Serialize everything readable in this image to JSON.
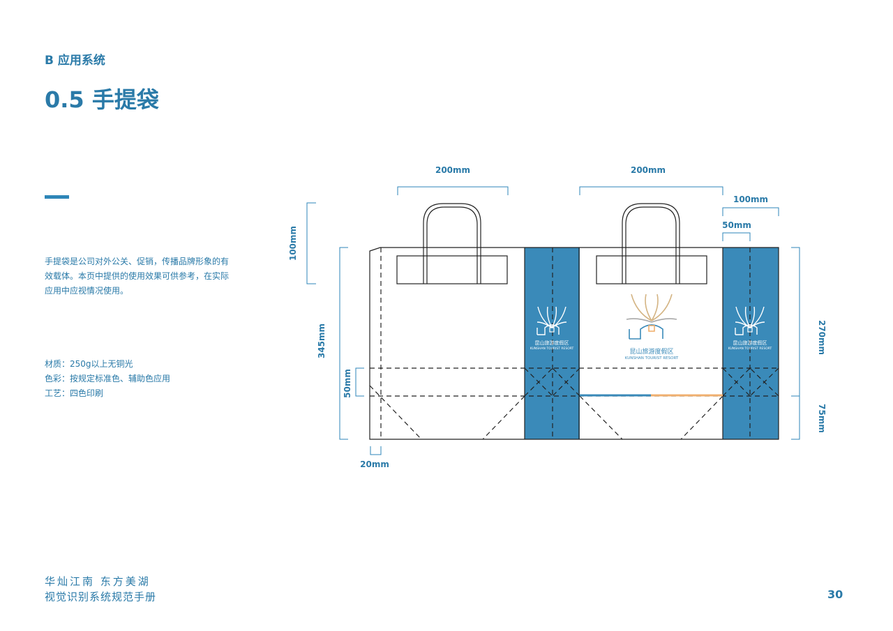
{
  "header": {
    "section": "B  应用系统",
    "title": "0.5 手提袋"
  },
  "description": "手提袋是公司对外公关、促销，传播品牌形象的有效载体。本页中提供的使用效果可供参考，在实际应用中应视情况使用。",
  "specs": {
    "material": "材质：250g以上无铜光",
    "color": "色彩：按规定标准色、辅助色应用",
    "process": "工艺：四色印刷"
  },
  "dimensions": {
    "front_width": "200mm",
    "back_width": "200mm",
    "side_width": "100mm",
    "half_side": "50mm",
    "handle_height": "100mm",
    "total_height": "345mm",
    "bottom_fold": "50mm",
    "body_height": "270mm",
    "bottom_height": "75mm",
    "glue_flap": "20mm"
  },
  "logo": {
    "name_cn": "昆山旅游度假区",
    "name_en": "KUNSHAN TOURIST RESORT"
  },
  "footer": {
    "slogan": "华灿江南  东方美湖",
    "manual": "视觉识别系统规范手册",
    "page": "30"
  },
  "colors": {
    "brand_blue": "#3a8ab9",
    "title_blue": "#2a7aa8",
    "gold": "#d4b483",
    "orange": "#f0b070",
    "gray": "#a8a8a8"
  }
}
